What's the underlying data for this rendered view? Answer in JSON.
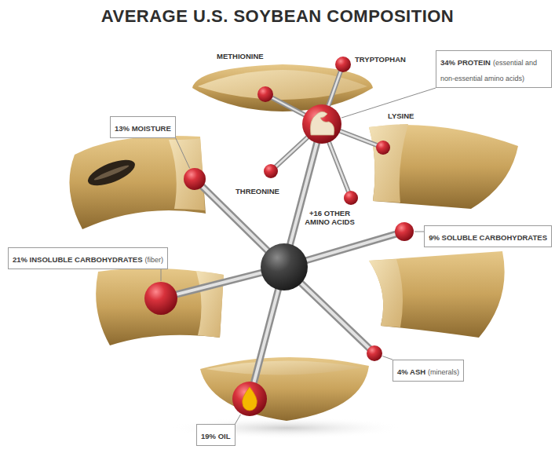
{
  "diagram": {
    "title": "AVERAGE U.S. SOYBEAN COMPOSITION",
    "nodes": [
      {
        "text": [
          "34% PROTEIN",
          "(essential and non-essential amino acids)"
        ]
      },
      {
        "text": [
          "13% MOISTURE"
        ]
      },
      {
        "text": [
          "9% SOLUBLE CARBOHYDRATES"
        ]
      },
      {
        "text": [
          "21% INSOLUBLE CARBOHYDRATES",
          "(fiber)"
        ]
      },
      {
        "text": [
          "4% ASH",
          "(minerals)"
        ]
      },
      {
        "text": [
          "19% OIL"
        ]
      }
    ],
    "labels": [
      "METHIONINE",
      "TRYPTOPHAN",
      "LYSINE",
      "THREONINE",
      "+16 OTHER AMINO ACIDS"
    ]
  }
}
